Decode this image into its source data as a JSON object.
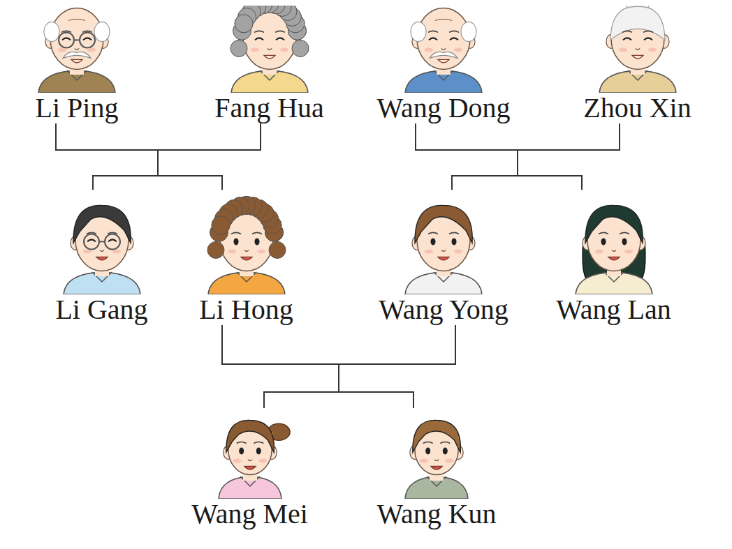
{
  "diagram": {
    "nodes": [
      {
        "text": [
          "Li Ping"
        ]
      },
      {
        "text": [
          "Fang Hua"
        ]
      },
      {
        "text": [
          "Wang Dong"
        ]
      },
      {
        "text": [
          "Zhou Xin"
        ]
      },
      {
        "text": [
          "Li Gang"
        ]
      },
      {
        "text": [
          "Li Hong"
        ]
      },
      {
        "text": [
          "Wang Yong"
        ]
      },
      {
        "text": [
          "Wang Lan"
        ]
      },
      {
        "text": [
          "Wang Mei"
        ]
      },
      {
        "text": [
          "Wang Kun"
        ]
      }
    ],
    "edges": [
      {
        "from": 0,
        "to": 4,
        "arrow": "none"
      },
      {
        "from": 0,
        "to": 5,
        "arrow": "none"
      },
      {
        "from": 1,
        "to": 4,
        "arrow": "none"
      },
      {
        "from": 1,
        "to": 5,
        "arrow": "none"
      },
      {
        "from": 2,
        "to": 6,
        "arrow": "none"
      },
      {
        "from": 2,
        "to": 7,
        "arrow": "none"
      },
      {
        "from": 3,
        "to": 6,
        "arrow": "none"
      },
      {
        "from": 3,
        "to": 7,
        "arrow": "none"
      },
      {
        "from": 5,
        "to": 8,
        "arrow": "none"
      },
      {
        "from": 5,
        "to": 9,
        "arrow": "none"
      },
      {
        "from": 6,
        "to": 8,
        "arrow": "none"
      },
      {
        "from": 6,
        "to": 9,
        "arrow": "none"
      }
    ]
  }
}
